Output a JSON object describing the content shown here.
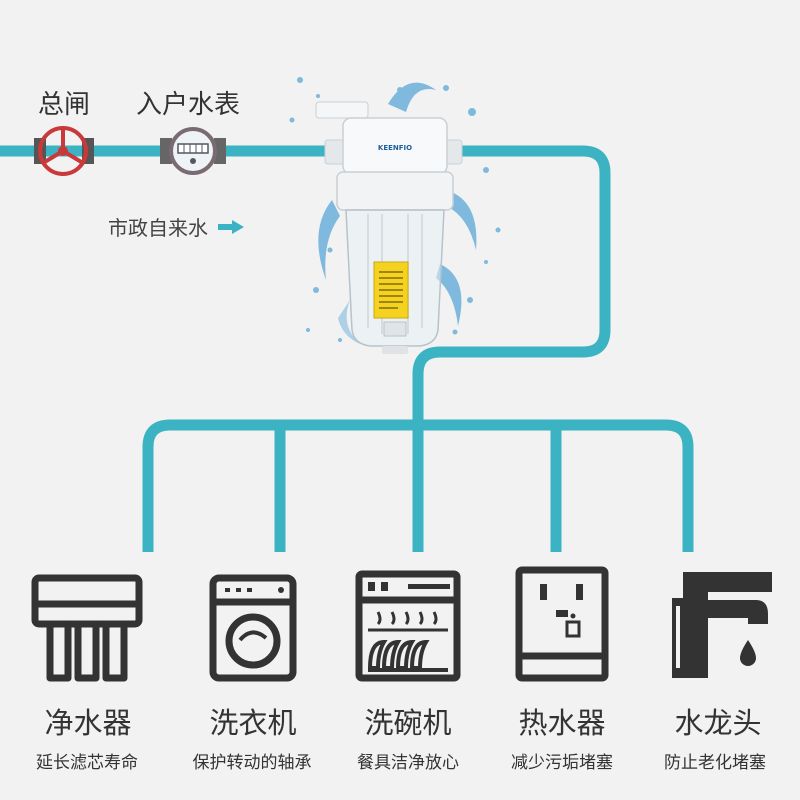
{
  "top_labels": {
    "main_valve": "总闸",
    "water_meter": "入户水表",
    "municipal_water": "市政自来水"
  },
  "filter_brand": "KEENFIO",
  "appliances": [
    {
      "name": "净水器",
      "desc": "延长滤芯寿命",
      "icon": "water-purifier-icon"
    },
    {
      "name": "洗衣机",
      "desc": "保护转动的轴承",
      "icon": "washing-machine-icon"
    },
    {
      "name": "洗碗机",
      "desc": "餐具洁净放心",
      "icon": "dishwasher-icon"
    },
    {
      "name": "热水器",
      "desc": "减少污垢堵塞",
      "icon": "water-heater-icon"
    },
    {
      "name": "水龙头",
      "desc": "防止老化堵塞",
      "icon": "faucet-icon"
    }
  ],
  "colors": {
    "pipe": "#3bb3c3",
    "valve": "#c9393a",
    "text": "#333333",
    "icon": "#333333",
    "background": "#f2f2f2"
  }
}
